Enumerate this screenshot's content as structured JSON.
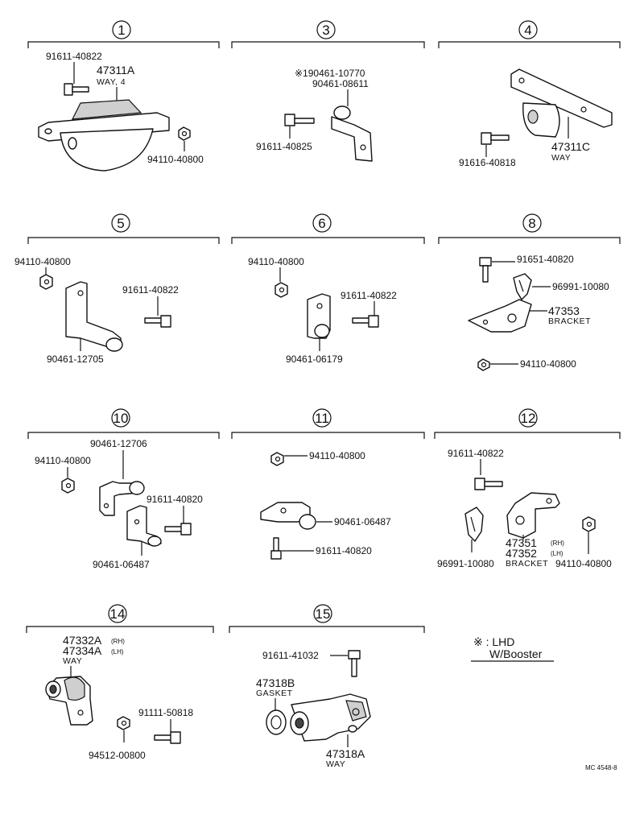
{
  "sections": [
    {
      "num": "1",
      "parts": [
        {
          "number": "91611-40822"
        },
        {
          "number": "47311A",
          "desc": "WAY, 4"
        },
        {
          "number": "94110-40800"
        }
      ]
    },
    {
      "num": "3",
      "parts": [
        {
          "number": "※190461-10770"
        },
        {
          "number": "90461-08611"
        },
        {
          "number": "91611-40825"
        }
      ]
    },
    {
      "num": "4",
      "parts": [
        {
          "number": "47311C",
          "desc": "WAY"
        },
        {
          "number": "91616-40818"
        }
      ]
    },
    {
      "num": "5",
      "parts": [
        {
          "number": "94110-40800"
        },
        {
          "number": "91611-40822"
        },
        {
          "number": "90461-12705"
        }
      ]
    },
    {
      "num": "6",
      "parts": [
        {
          "number": "94110-40800"
        },
        {
          "number": "91611-40822"
        },
        {
          "number": "90461-06179"
        }
      ]
    },
    {
      "num": "8",
      "parts": [
        {
          "number": "91651-40820"
        },
        {
          "number": "96991-10080"
        },
        {
          "number": "47353",
          "desc": "BRACKET"
        },
        {
          "number": "94110-40800"
        }
      ]
    },
    {
      "num": "10",
      "parts": [
        {
          "number": "90461-12706"
        },
        {
          "number": "94110-40800"
        },
        {
          "number": "91611-40820"
        },
        {
          "number": "90461-06487"
        }
      ]
    },
    {
      "num": "11",
      "parts": [
        {
          "number": "94110-40800"
        },
        {
          "number": "90461-06487"
        },
        {
          "number": "91611-40820"
        }
      ]
    },
    {
      "num": "12",
      "parts": [
        {
          "number": "91611-40822"
        },
        {
          "number": "47351",
          "side": "(RH)"
        },
        {
          "number": "47352",
          "side": "(LH)",
          "desc": "BRACKET"
        },
        {
          "number": "96991-10080"
        },
        {
          "number": "94110-40800"
        }
      ]
    },
    {
      "num": "14",
      "parts": [
        {
          "number": "47332A",
          "side": "(RH)"
        },
        {
          "number": "47334A",
          "side": "(LH)",
          "desc": "WAY"
        },
        {
          "number": "91111-50818"
        },
        {
          "number": "94512-00800"
        }
      ]
    },
    {
      "num": "15",
      "parts": [
        {
          "number": "91611-41032"
        },
        {
          "number": "47318B",
          "desc": "GASKET"
        },
        {
          "number": "47318A",
          "desc": "WAY"
        }
      ]
    }
  ],
  "note": {
    "line1": "※ : LHD",
    "line2": "W/Booster"
  },
  "ref_code": "MC 4548-8"
}
